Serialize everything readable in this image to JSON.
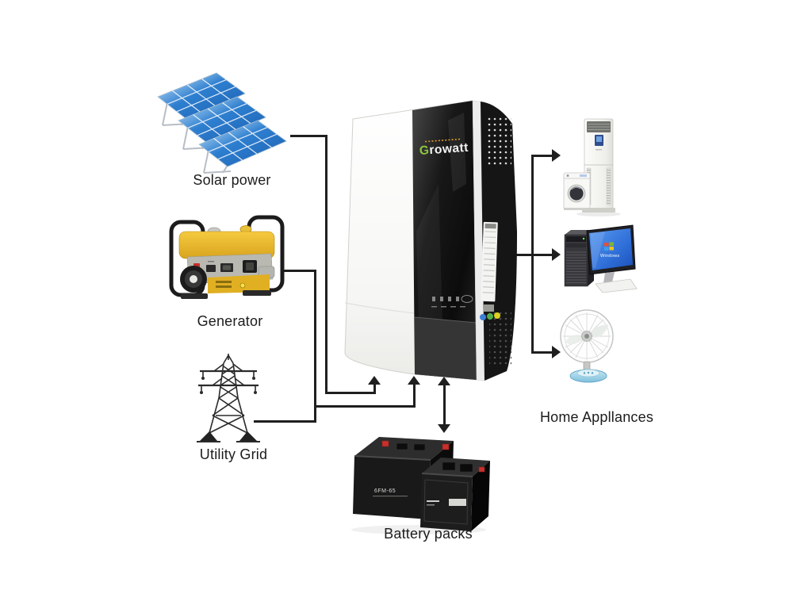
{
  "diagram": {
    "type": "energy-flow-diagram",
    "subject": "Growatt off-grid inverter system",
    "nodes": [
      {
        "id": "solar",
        "label": "Solar power",
        "icon": "solar-panels-icon"
      },
      {
        "id": "generator",
        "label": "Generator",
        "icon": "generator-icon"
      },
      {
        "id": "utility",
        "label": "Utility Grid",
        "icon": "transmission-tower-icon"
      },
      {
        "id": "inverter",
        "icon": "growatt-inverter-icon",
        "brand_initial": "G",
        "brand_rest": "rowatt"
      },
      {
        "id": "appliances",
        "label": "Home Appllances",
        "icon": "home-appliances-icon",
        "devices": [
          "air-conditioner",
          "washing-machine",
          "desktop-computer",
          "table-fan"
        ]
      },
      {
        "id": "battery",
        "label": "Battery packs",
        "icon": "battery-packs-icon",
        "model_text": "6FM-65"
      }
    ],
    "computer_screen_text": "Windows",
    "connections": [
      {
        "from": "solar",
        "to": "inverter",
        "direction": "one-way"
      },
      {
        "from": "generator",
        "to": "inverter",
        "direction": "one-way"
      },
      {
        "from": "utility",
        "to": "inverter",
        "direction": "one-way"
      },
      {
        "from": "inverter",
        "to": "appliances",
        "direction": "one-way"
      },
      {
        "from": "inverter",
        "to": "battery",
        "direction": "two-way"
      }
    ],
    "colors": {
      "connector": "#1f1f1f",
      "background": "#ffffff",
      "growatt_green": "#8dc63f",
      "solar_blue": "#2e7fd0",
      "generator_yellow": "#e9b62c",
      "fan_base_blue": "#8ecbe2",
      "windows_screen_blue": "#2f6fd8"
    }
  }
}
